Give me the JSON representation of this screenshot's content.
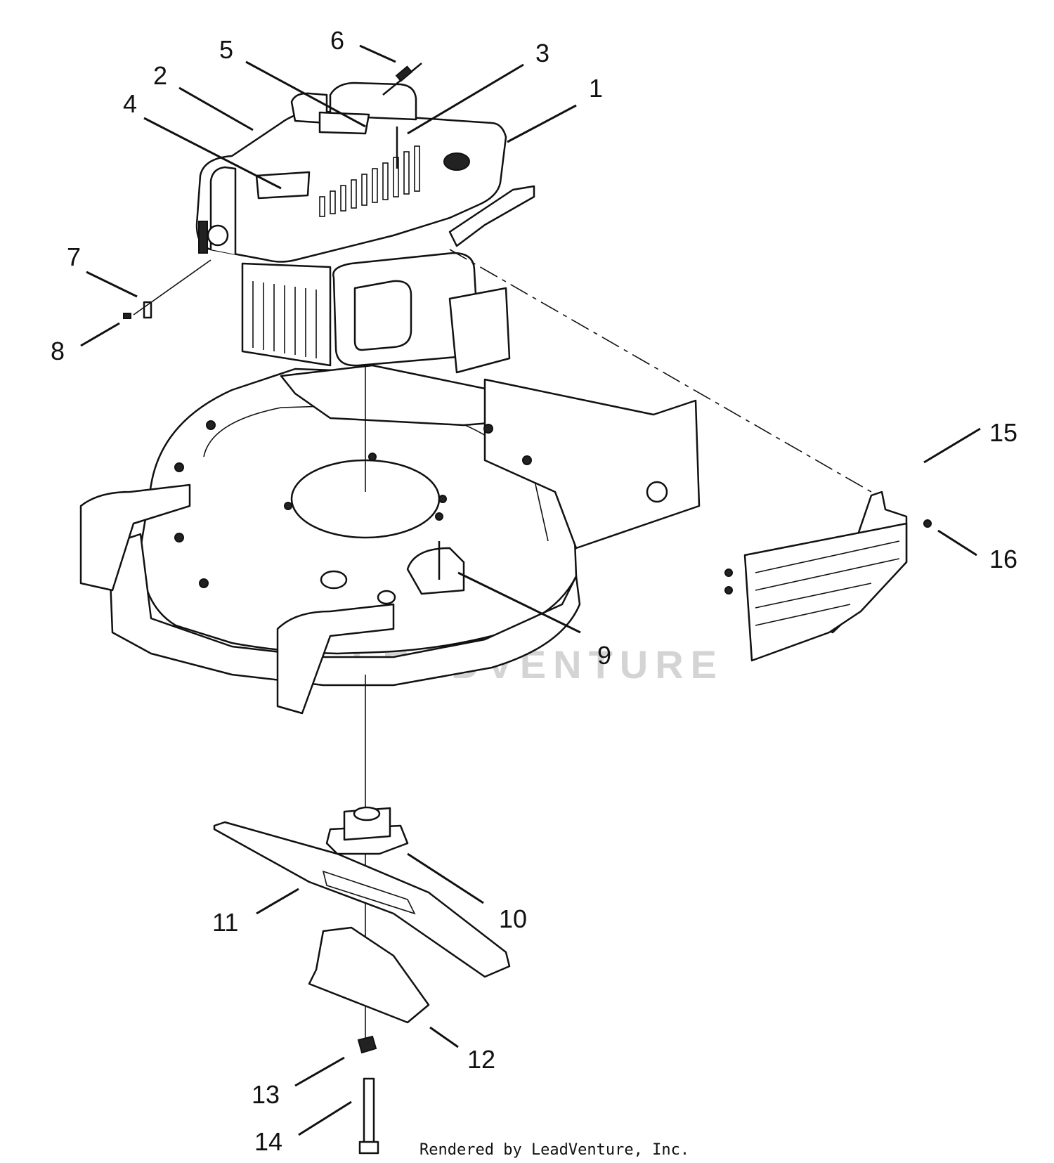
{
  "callouts": [
    {
      "id": "1",
      "label": "1"
    },
    {
      "id": "2",
      "label": "2"
    },
    {
      "id": "3",
      "label": "3"
    },
    {
      "id": "4",
      "label": "4"
    },
    {
      "id": "5",
      "label": "5"
    },
    {
      "id": "6",
      "label": "6"
    },
    {
      "id": "7",
      "label": "7"
    },
    {
      "id": "8",
      "label": "8"
    },
    {
      "id": "9",
      "label": "9"
    },
    {
      "id": "10",
      "label": "10"
    },
    {
      "id": "11",
      "label": "11"
    },
    {
      "id": "12",
      "label": "12"
    },
    {
      "id": "13",
      "label": "13"
    },
    {
      "id": "14",
      "label": "14"
    },
    {
      "id": "15",
      "label": "15"
    },
    {
      "id": "16",
      "label": "16"
    }
  ],
  "watermark": "LEADVENTURE",
  "credit": "Rendered by LeadVenture, Inc."
}
